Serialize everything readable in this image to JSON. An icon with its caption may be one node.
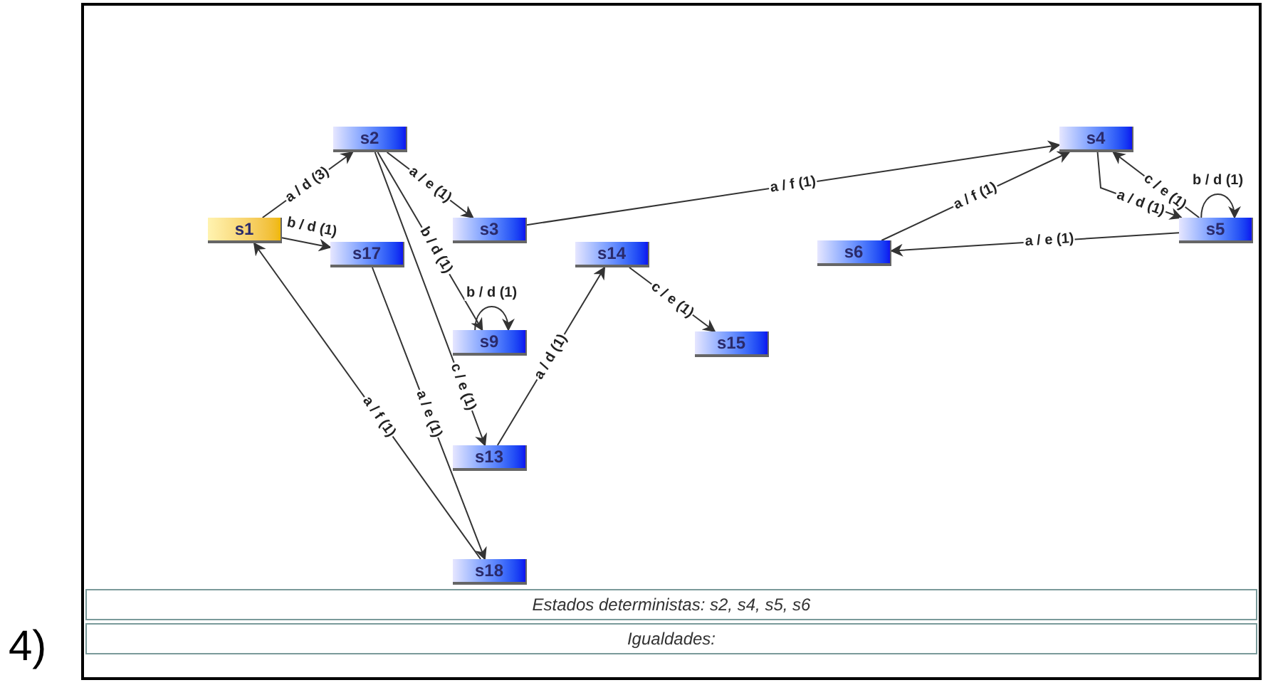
{
  "diagram": {
    "nodes": [
      {
        "text": [
          "s1"
        ]
      },
      {
        "text": [
          "s2"
        ]
      },
      {
        "text": [
          "s3"
        ]
      },
      {
        "text": [
          "s17"
        ]
      },
      {
        "text": [
          "s9"
        ]
      },
      {
        "text": [
          "s13"
        ]
      },
      {
        "text": [
          "s18"
        ]
      },
      {
        "text": [
          "s14"
        ]
      },
      {
        "text": [
          "s15"
        ]
      },
      {
        "text": [
          "s6"
        ]
      },
      {
        "text": [
          "s4"
        ]
      },
      {
        "text": [
          "s5"
        ]
      }
    ],
    "edges": [
      {
        "from": 0,
        "to": 1,
        "arrow": "to",
        "label": "a / d (3)"
      },
      {
        "from": 0,
        "to": 3,
        "arrow": "to",
        "label": "b / d (1)"
      },
      {
        "from": 1,
        "to": 2,
        "arrow": "to",
        "label": "a / e (1)"
      },
      {
        "from": 1,
        "to": 4,
        "arrow": "to",
        "label": "b / d (1)"
      },
      {
        "from": 1,
        "to": 5,
        "arrow": "to",
        "label": "c / e (1)"
      },
      {
        "from": 4,
        "to": 4,
        "arrow": "to",
        "label": "b / d (1)"
      },
      {
        "from": 3,
        "to": 6,
        "arrow": "to",
        "label": "a / e (1)"
      },
      {
        "from": 6,
        "to": 0,
        "arrow": "to",
        "label": "a / f (1)"
      },
      {
        "from": 5,
        "to": 7,
        "arrow": "to",
        "label": "a / d (1)"
      },
      {
        "from": 7,
        "to": 8,
        "arrow": "to",
        "label": "c / e (1)"
      },
      {
        "from": 2,
        "to": 10,
        "arrow": "to",
        "label": "a / f (1)"
      },
      {
        "from": 9,
        "to": 10,
        "arrow": "to",
        "label": "a / f (1)"
      },
      {
        "from": 10,
        "to": 11,
        "arrow": "to",
        "label": "a / d (1)"
      },
      {
        "from": 11,
        "to": 10,
        "arrow": "to",
        "label": "c / e (1)"
      },
      {
        "from": 11,
        "to": 11,
        "arrow": "to",
        "label": "b / d (1)"
      },
      {
        "from": 11,
        "to": 9,
        "arrow": "to",
        "label": "a / e (1)"
      }
    ],
    "labels": [
      "4)",
      "Estados deterministas: s2, s4, s5, s6",
      "Igualdades:"
    ]
  }
}
